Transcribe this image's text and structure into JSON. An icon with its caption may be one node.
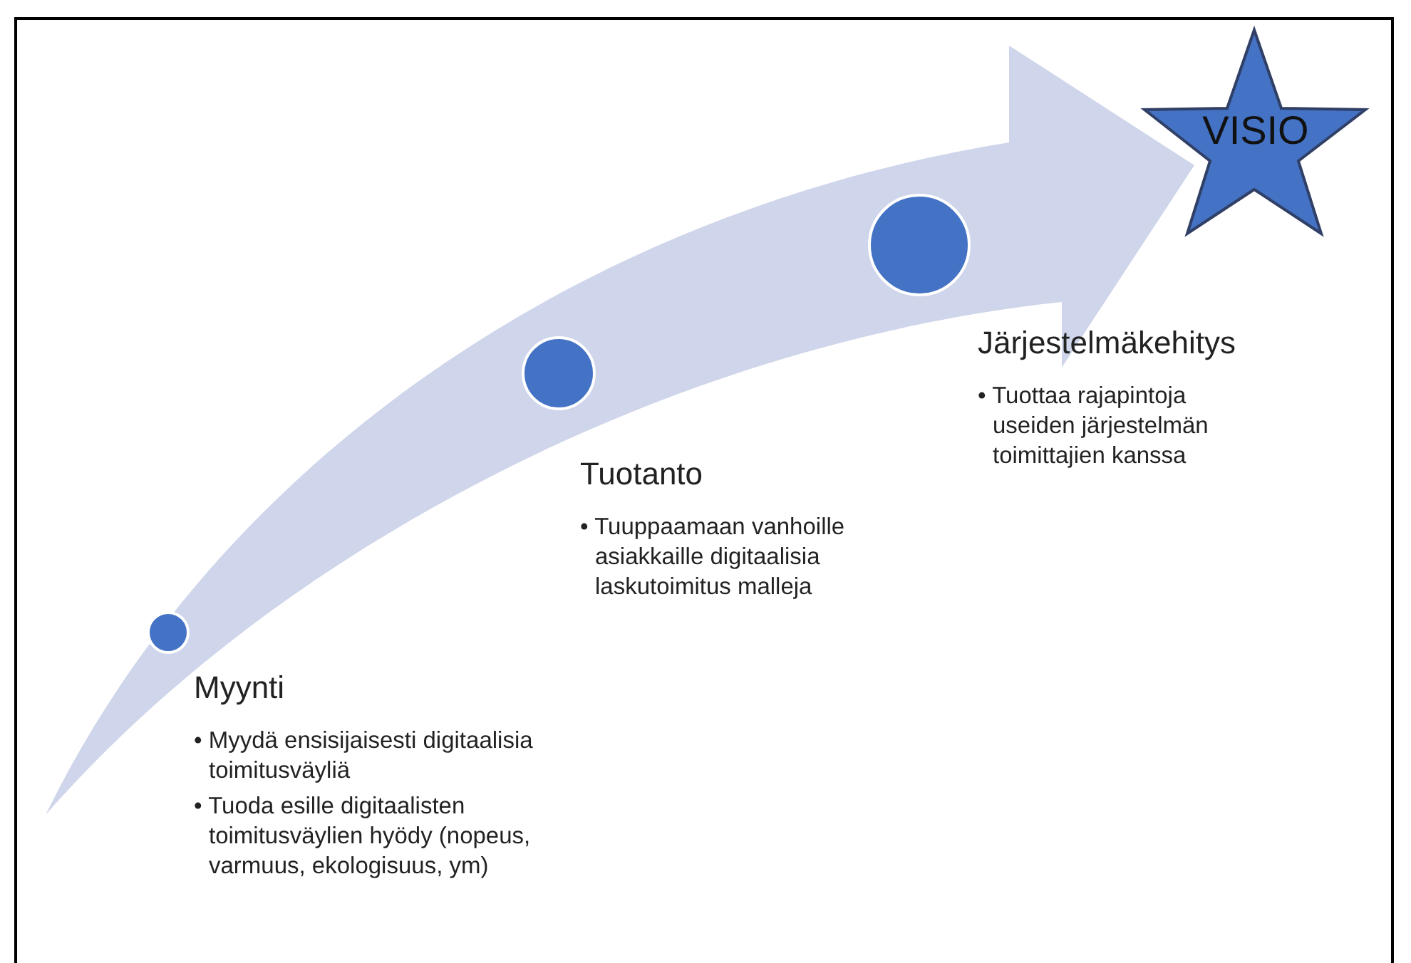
{
  "diagram": {
    "nodes": [
      {
        "text": [],
        "shape": "circle",
        "beside": [
          "Myynti",
          "• Myydä ensisijaisesti digitaalisia toimitusväyliä",
          "• Tuoda esille digitaalisten toimitusväylien hyödy (nopeus, varmuus, ekologisuus, ym)"
        ]
      },
      {
        "text": [],
        "shape": "circle",
        "beside": [
          "Tuotanto",
          "• Tuuppaamaan vanhoille asiakkaille digitaalisia laskutoimitus malleja"
        ]
      },
      {
        "text": [],
        "shape": "circle",
        "beside": [
          "Järjestelmäkehitys",
          "• Tuottaa rajapintoja useiden järjestelmän toimittajien kanssa"
        ]
      },
      {
        "text": [
          "VISIO"
        ]
      }
    ],
    "edges": [
      {
        "from": null,
        "to": 3,
        "arrow": "to",
        "style": "thick",
        "color": "#cfd5ea"
      }
    ]
  }
}
